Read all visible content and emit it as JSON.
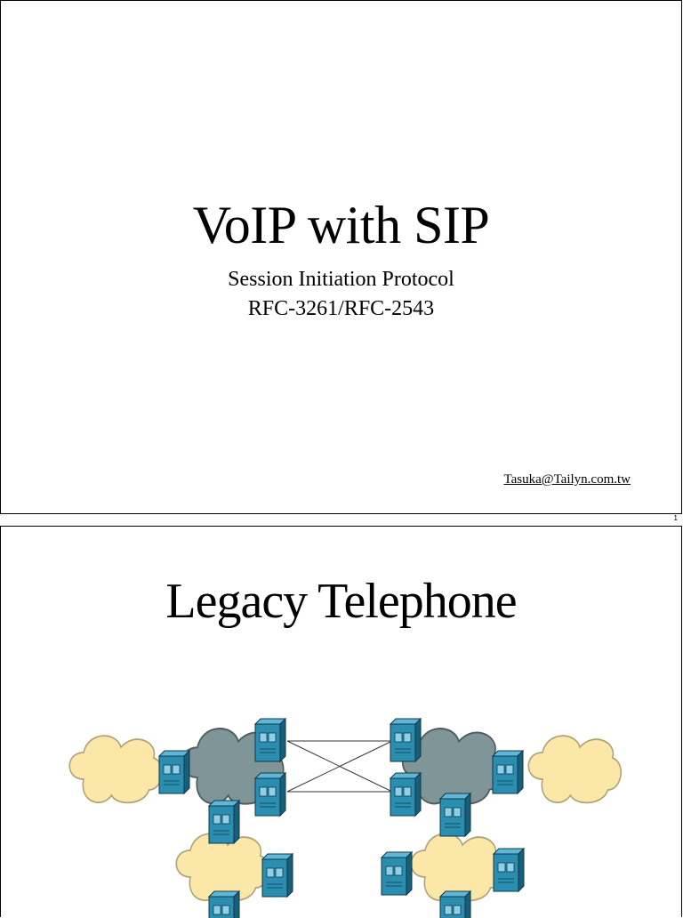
{
  "slides": [
    {
      "title": "VoIP with SIP",
      "subtitle_line1": "Session Initiation Protocol",
      "subtitle_line2": "RFC-3261/RFC-2543",
      "email": "Tasuka@Tailyn.com.tw",
      "page_number": "1"
    },
    {
      "title": "Legacy Telephone"
    }
  ],
  "colors": {
    "access_cloud": "#fbe7a8",
    "core_cloud": "#7f9597",
    "switch_face": "#2b8db0",
    "switch_side": "#1a5f7a"
  },
  "icons": [
    "cloud-icon",
    "switch-icon"
  ]
}
